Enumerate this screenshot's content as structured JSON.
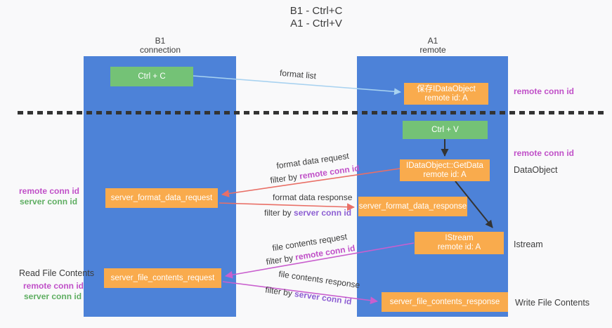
{
  "title": {
    "line1": "B1 - Ctrl+C",
    "line2": "A1 - Ctrl+V"
  },
  "columns": {
    "left": {
      "name": "B1",
      "subtitle": "connection"
    },
    "right": {
      "name": "A1",
      "subtitle": "remote"
    }
  },
  "nodes": {
    "ctrl_c": {
      "label": "Ctrl + C"
    },
    "save_idataobject": {
      "line1": "保存IDataObject",
      "line2": "remote id: A"
    },
    "ctrl_v": {
      "label": "Ctrl + V"
    },
    "getdata": {
      "line1": "IDataObject::GetData",
      "line2": "remote id: A"
    },
    "server_format_data_request": {
      "label": "server_format_data_request"
    },
    "server_format_data_response": {
      "label": "server_format_data_response"
    },
    "istream": {
      "line1": "IStream",
      "line2": "remote id: A"
    },
    "server_file_contents_request": {
      "label": "server_file_contents_request"
    },
    "server_file_contents_response": {
      "label": "server_file_contents_response"
    }
  },
  "arrow_labels": {
    "format_list": "format list",
    "format_data_request": "format data request",
    "format_data_response": "format data response",
    "file_contents_request": "file contents request",
    "file_contents_response": "file contents response",
    "filter_by": "filter by ",
    "remote_conn_id": "remote conn id",
    "server_conn_id": "server conn id"
  },
  "side_labels": {
    "right_remote_conn_id_top": "remote conn id",
    "right_remote_conn_id_mid": "remote conn id",
    "dataobject": "DataObject",
    "istream": "Istream",
    "write_file_contents": "Write File Contents",
    "left_remote_conn_id_mid": "remote conn id",
    "left_server_conn_id_mid": "server conn id",
    "read_file_contents": "Read File Contents",
    "left_remote_conn_id_bottom": "remote conn id",
    "left_server_conn_id_bottom": "server conn id"
  },
  "colors": {
    "column_blue": "#4d82d8",
    "node_orange": "#f9ab4d",
    "node_green": "#74c276",
    "arrow_lightblue": "#a8d2f0",
    "arrow_salmon": "#e96f66",
    "arrow_magenta": "#c95fce",
    "arrow_black": "#333333",
    "label_magenta": "#c050c8",
    "label_violet": "#8d5fd3",
    "label_green": "#5fae62",
    "text_dark": "#3c3c3c"
  }
}
